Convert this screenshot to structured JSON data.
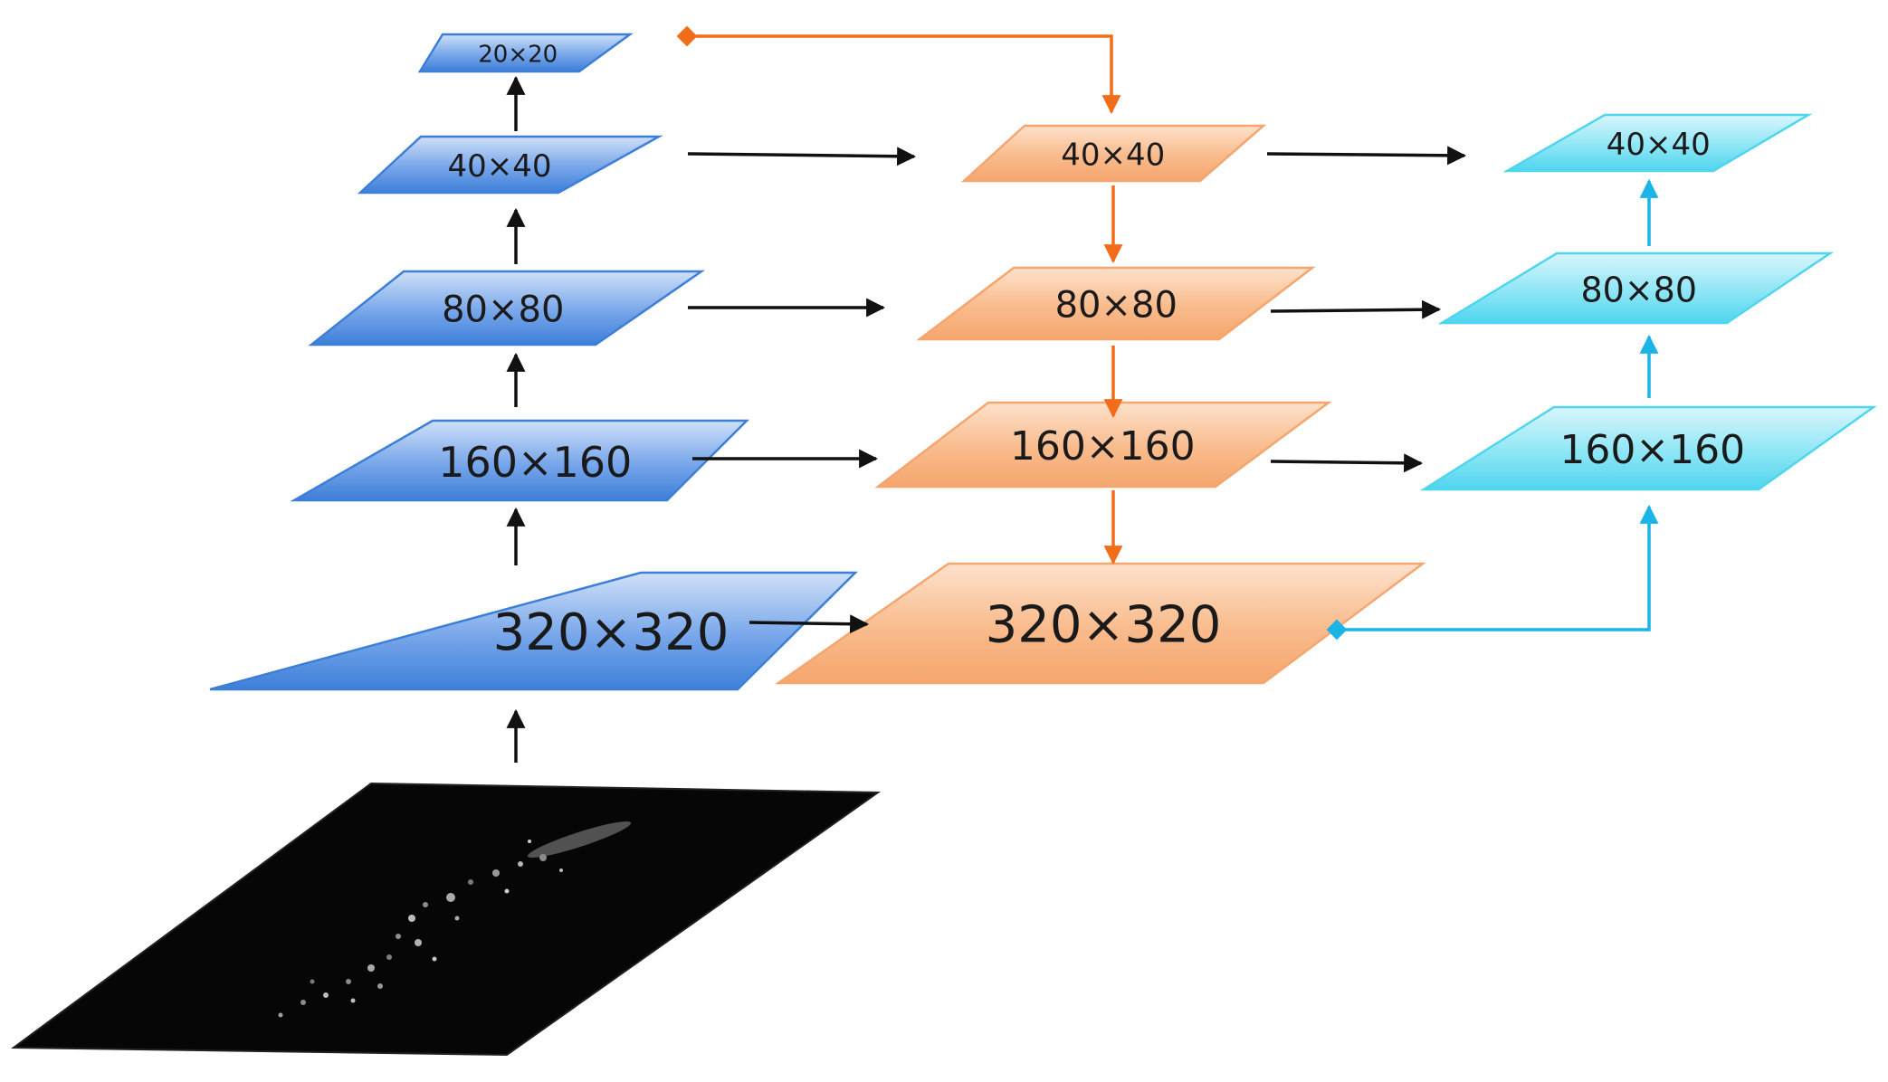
{
  "colors": {
    "blue": "#3d7fd8",
    "orange": "#f5a66e",
    "cyan": "#4fd5ee",
    "orange_line": "#f26d1a",
    "cyan_line": "#1bb4e6",
    "black_line": "#111111"
  },
  "input_image": {
    "icon": "dark-sar-image"
  },
  "backbone": {
    "levels": [
      {
        "label": "320×320"
      },
      {
        "label": "160×160"
      },
      {
        "label": "80×80"
      },
      {
        "label": "40×40"
      },
      {
        "label": "20×20"
      }
    ]
  },
  "top_down": {
    "levels": [
      {
        "label": "320×320"
      },
      {
        "label": "160×160"
      },
      {
        "label": "80×80"
      },
      {
        "label": "40×40"
      }
    ]
  },
  "bottom_up": {
    "levels": [
      {
        "label": "160×160"
      },
      {
        "label": "80×80"
      },
      {
        "label": "40×40"
      }
    ]
  }
}
